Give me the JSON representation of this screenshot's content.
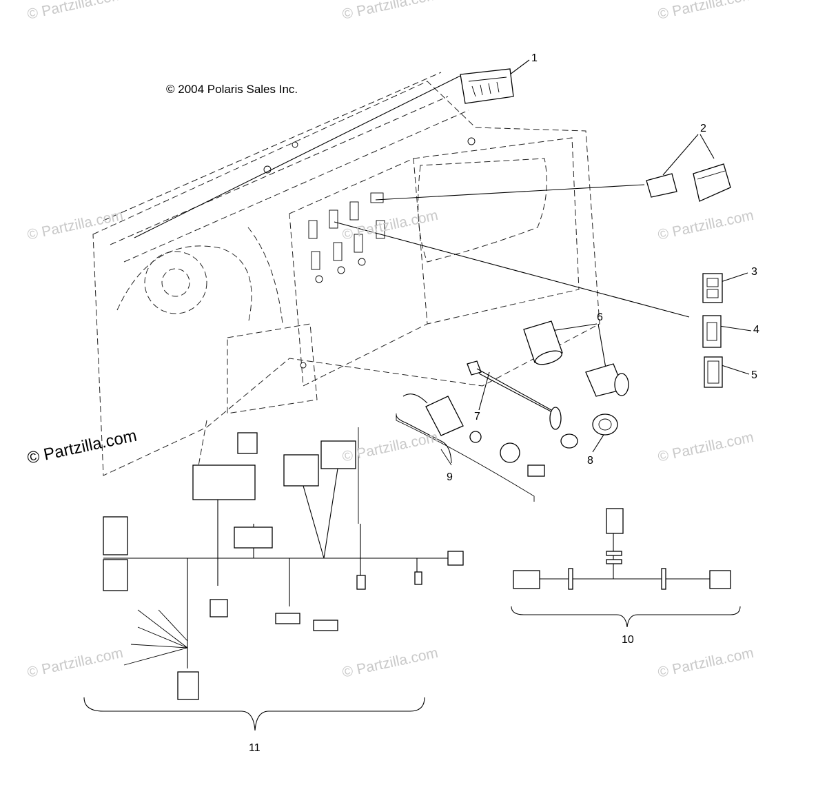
{
  "copyright": "© 2004 Polaris Sales Inc.",
  "watermark_text": "© Partzilla.com",
  "callouts": [
    "1",
    "2",
    "3",
    "4",
    "5",
    "6",
    "7",
    "8",
    "9",
    "10",
    "11"
  ],
  "colors": {
    "line": "#000000",
    "watermark": "#c9c9c9",
    "background": "#ffffff"
  }
}
